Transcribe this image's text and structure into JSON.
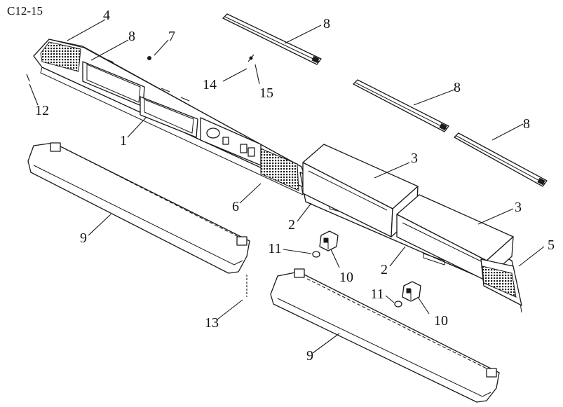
{
  "figure": {
    "reference_code": "C12-15"
  },
  "callouts": {
    "c1": "1",
    "c2a": "2",
    "c2b": "2",
    "c3a": "3",
    "c3b": "3",
    "c4": "4",
    "c5": "5",
    "c6": "6",
    "c7": "7",
    "c8a": "8",
    "c8b": "8",
    "c8c": "8",
    "c8d": "8",
    "c9a": "9",
    "c9b": "9",
    "c10a": "10",
    "c10b": "10",
    "c11a": "11",
    "c11b": "11",
    "c12": "12",
    "c13": "13",
    "c14": "14",
    "c15": "15"
  }
}
